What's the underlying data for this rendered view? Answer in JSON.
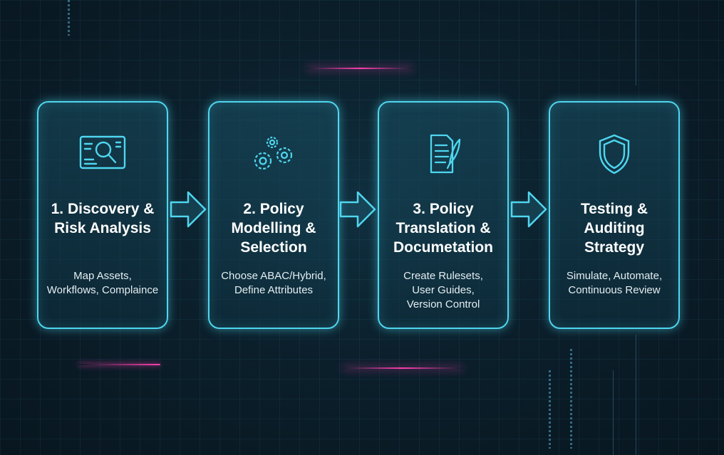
{
  "steps": [
    {
      "icon": "magnifier-document-icon",
      "title_lines": [
        "1. Discovery &",
        "Risk Analysis"
      ],
      "desc_lines": [
        "Map Assets,",
        "Workflows, Complaince"
      ]
    },
    {
      "icon": "gears-icon",
      "title_lines": [
        "2. Policy",
        "Modelling &",
        "Selection"
      ],
      "desc_lines": [
        "Choose ABAC/Hybrid,",
        "Define Attributes"
      ]
    },
    {
      "icon": "document-quill-icon",
      "title_lines": [
        "3. Policy",
        "Translation &",
        "Documetation"
      ],
      "desc_lines": [
        "Create Rulesets,",
        "User Guides,",
        "Version Control"
      ]
    },
    {
      "icon": "shield-icon",
      "title_lines": [
        "Testing &",
        "Auditing",
        "Strategy"
      ],
      "desc_lines": [
        "Simulate, Automate,",
        "Continuous Review"
      ]
    }
  ],
  "colors": {
    "accent": "#4fd6ef",
    "glow": "#ff3fb0",
    "background": "#0b1f2b"
  }
}
